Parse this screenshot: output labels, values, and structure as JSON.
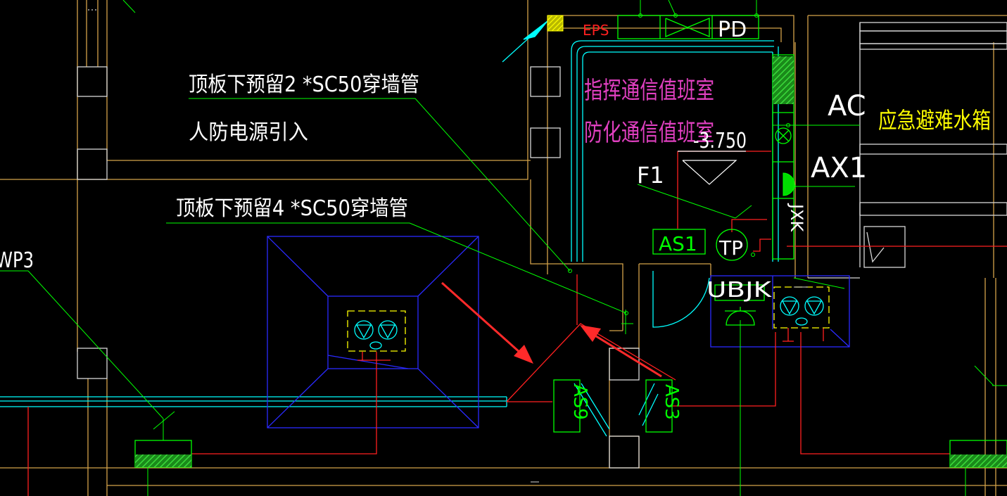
{
  "labels": {
    "note_top_line1": "顶板下预留2 *SC50穿墙管",
    "note_top_line2": "人防电源引入",
    "note_mid": "顶板下预留4 *SC50穿墙管",
    "wp3": "WP3",
    "eps": "EPS",
    "pd": "PD",
    "room_name_1": "指挥通信值班室",
    "room_name_2": "防化通信值班室",
    "elevation": "-3.750",
    "f1": "F1",
    "as1": "AS1",
    "tp": "TP",
    "ubjk": "UBJK",
    "ac": "AC",
    "ax1": "AX1",
    "tank": "应急避难水箱",
    "jxk": "JXK",
    "as9": "AS9",
    "as3": "AS3"
  },
  "colors": {
    "background": "#000000",
    "wall": "#d4a24a",
    "wall_white": "#d8d8d8",
    "leader": "#00ff00",
    "cable": "#ff2020",
    "blue": "#2a2aff",
    "cyan": "#00ffff",
    "magenta": "#e040c0",
    "yellow": "#ffff00",
    "white": "#ffffff",
    "arrow": "#ff2a2a",
    "hatch": "#3cdc3c"
  }
}
